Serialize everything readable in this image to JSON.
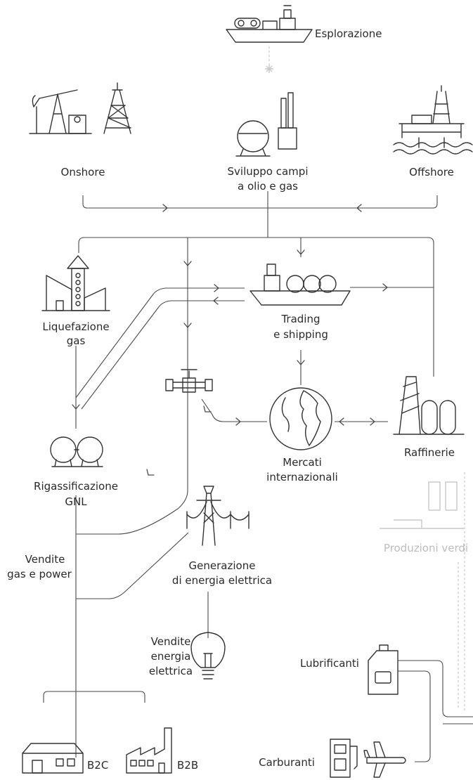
{
  "nodes": {
    "esplorazione": "Esplorazione",
    "onshore": "Onshore",
    "sviluppo_line1": "Sviluppo campi",
    "sviluppo_line2": "a olio e gas",
    "offshore": "Offshore",
    "liquefazione_line1": "Liquefazione",
    "liquefazione_line2": "gas",
    "trading_line1": "Trading",
    "trading_line2": "e shipping",
    "mercati_line1": "Mercati",
    "mercati_line2": "internazionali",
    "raffinerie": "Raffinerie",
    "rigassificazione_line1": "Rigassificazione",
    "rigassificazione_line2": "GNL",
    "produzioni_verdi": "Produzioni verdi",
    "vendite_gas_line1": "Vendite",
    "vendite_gas_line2": "gas e power",
    "generazione_line1": "Generazione",
    "generazione_line2": "di energia elettrica",
    "vendite_energia_line1": "Vendite",
    "vendite_energia_line2": "energia",
    "vendite_energia_line3": "elettrica",
    "lubrificanti": "Lubrificanti",
    "b2c": "B2C",
    "b2b": "B2B",
    "carburanti": "Carburanti"
  },
  "icons": [
    "ship-icon",
    "drill-bit-icon",
    "pumpjack-icon",
    "derrick-icon",
    "gas-sphere-tank-icon",
    "offshore-platform-icon",
    "liquefaction-plant-icon",
    "lng-tanker-icon",
    "pipeline-valve-icon",
    "globe-icon",
    "refinery-icon",
    "regasification-tanks-icon",
    "power-pylon-icon",
    "biorefinery-icon",
    "lightbulb-icon",
    "lubricant-canister-icon",
    "house-icon",
    "factory-icon",
    "fuel-pump-icon",
    "airplane-icon"
  ],
  "colors": {
    "line": "#4a4a4a",
    "text": "#2a2a2a",
    "faded": "#bdbdbd",
    "background": "#ffffff"
  }
}
